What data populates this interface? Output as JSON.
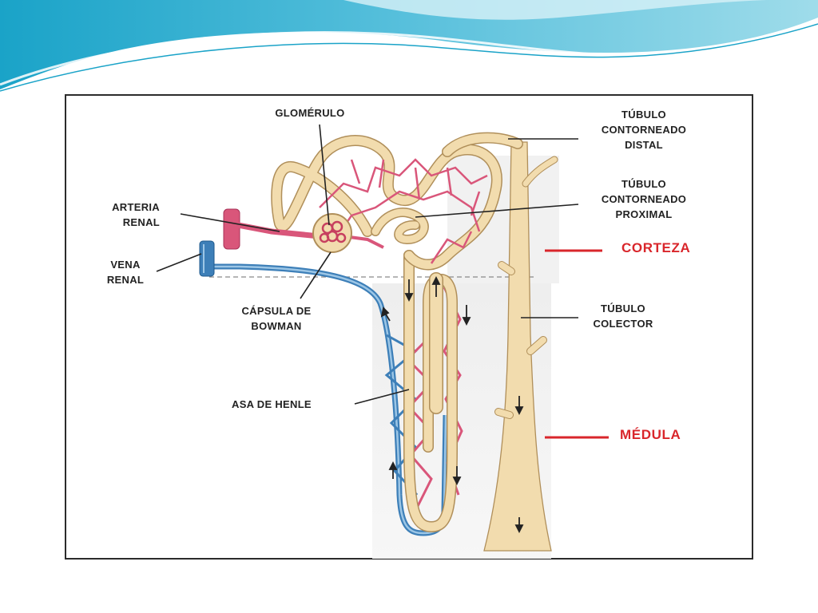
{
  "theme": {
    "wave_dark": "#1aa3c8",
    "wave_light": "#9fdcea",
    "zone_color": "#d9262b",
    "vein_color": "#3d7fb8",
    "artery_color": "#d9567a",
    "tubule_color": "#f2dcae"
  },
  "labels": {
    "glomerulo": "GLOMÉRULO",
    "arteria_1": "ARTERIA",
    "arteria_2": "RENAL",
    "vena_1": "VENA",
    "vena_2": "RENAL",
    "capsula_1": "CÁPSULA DE",
    "capsula_2": "BOWMAN",
    "asa": "ASA DE HENLE",
    "distal_1": "TÚBULO",
    "distal_2": "CONTORNEADO",
    "distal_3": "DISTAL",
    "proximal_1": "TÚBULO",
    "proximal_2": "CONTORNEADO",
    "proximal_3": "PROXIMAL",
    "colector_1": "TÚBULO",
    "colector_2": "COLECTOR"
  },
  "zones": {
    "corteza": "CORTEZA",
    "medula": "MÉDULA"
  }
}
